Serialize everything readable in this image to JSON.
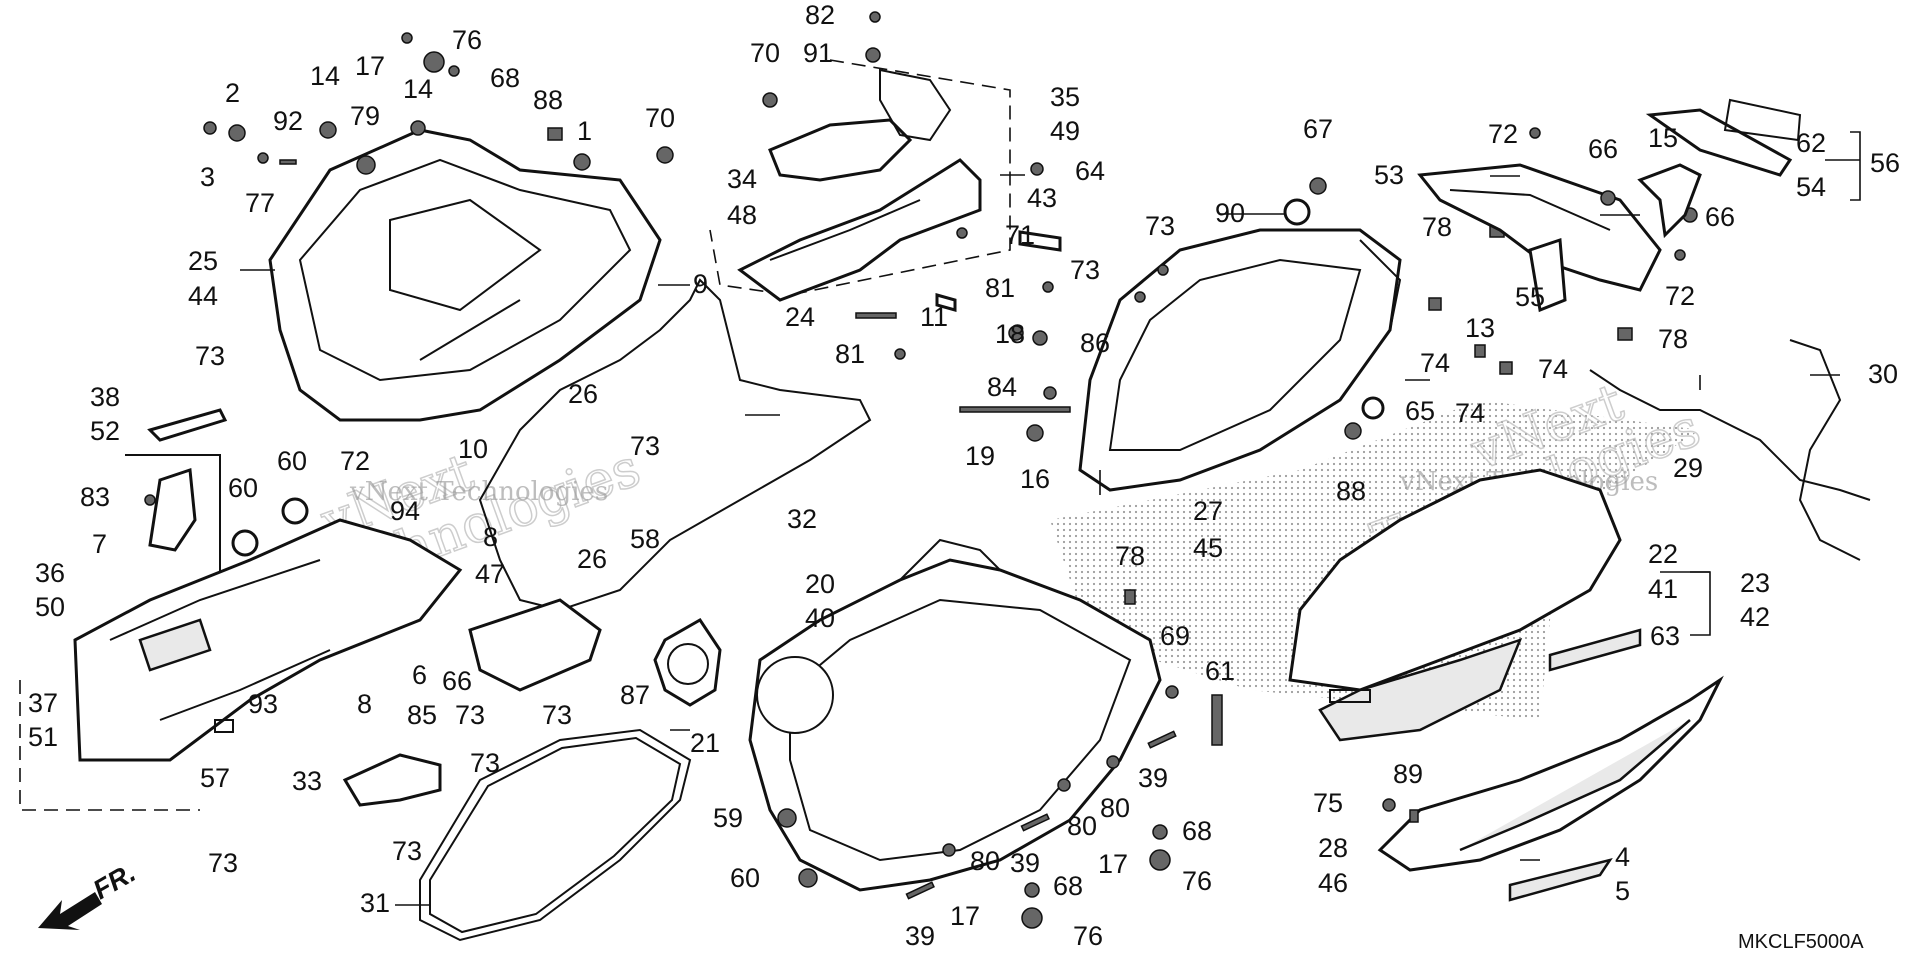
{
  "diagram": {
    "code": "MKCLF5000A",
    "front_label": "FR.",
    "watermark_text": "vNext Technologies",
    "watermark_big_1": "vNext",
    "watermark_big_2": "Technologies",
    "labels": {
      "n82": "82",
      "n91": "91",
      "n70a": "70",
      "n35": "35",
      "n49": "49",
      "n64": "64",
      "n34": "34",
      "n48": "48",
      "n43": "43",
      "n71": "71",
      "n81a": "81",
      "n24": "24",
      "n11": "11",
      "n81b": "81",
      "n18": "18",
      "n86": "86",
      "n84": "84",
      "n19": "19",
      "n16": "16",
      "n76a": "76",
      "n17a": "17",
      "n68a": "68",
      "n14a": "14",
      "n14b": "14",
      "n2": "2",
      "n3": "3",
      "n92": "92",
      "n79": "79",
      "n77": "77",
      "n88a": "88",
      "n1": "1",
      "n70b": "70",
      "n25": "25",
      "n44": "44",
      "n9": "9",
      "n73a": "73",
      "n26a": "26",
      "n38": "38",
      "n52": "52",
      "n10": "10",
      "n73b": "73",
      "n83": "83",
      "n7": "7",
      "n60a": "60",
      "n60b": "60",
      "n72a": "72",
      "n94": "94",
      "n8a": "8",
      "n32": "32",
      "n26b": "26",
      "n58": "58",
      "n36": "36",
      "n50": "50",
      "n37": "37",
      "n51": "51",
      "n57": "57",
      "n93": "93",
      "n6": "6",
      "n66a": "66",
      "n8b": "8",
      "n85": "85",
      "n47": "47",
      "n73c": "73",
      "n73d": "73",
      "n73e": "73",
      "n87": "87",
      "n21": "21",
      "n33": "33",
      "n73f": "73",
      "n73g": "73",
      "n31": "31",
      "n20": "20",
      "n40": "40",
      "n59": "59",
      "n60c": "60",
      "n80a": "80",
      "n80b": "80",
      "n39a": "39",
      "n80c": "80",
      "n39b": "39",
      "n39c": "39",
      "n17b": "17",
      "n68b": "68",
      "n76b": "76",
      "n78a": "78",
      "n69": "69",
      "n61": "61",
      "n68c": "68",
      "n17c": "17",
      "n76c": "76",
      "n67": "67",
      "n90": "90",
      "n73h": "73",
      "n73i": "73",
      "n27": "27",
      "n45": "45",
      "n65": "65",
      "n88b": "88",
      "n53": "53",
      "n72b": "72",
      "n66b": "66",
      "n15": "15",
      "n62": "62",
      "n56": "56",
      "n54": "54",
      "n66c": "66",
      "n78b": "78",
      "n13": "13",
      "n55": "55",
      "n72c": "72",
      "n78c": "78",
      "n74a": "74",
      "n74b": "74",
      "n74c": "74",
      "n30": "30",
      "n29": "29",
      "n22": "22",
      "n41": "41",
      "n23": "23",
      "n42": "42",
      "n63": "63",
      "n75": "75",
      "n89": "89",
      "n28": "28",
      "n46": "46",
      "n4": "4",
      "n5": "5"
    }
  }
}
